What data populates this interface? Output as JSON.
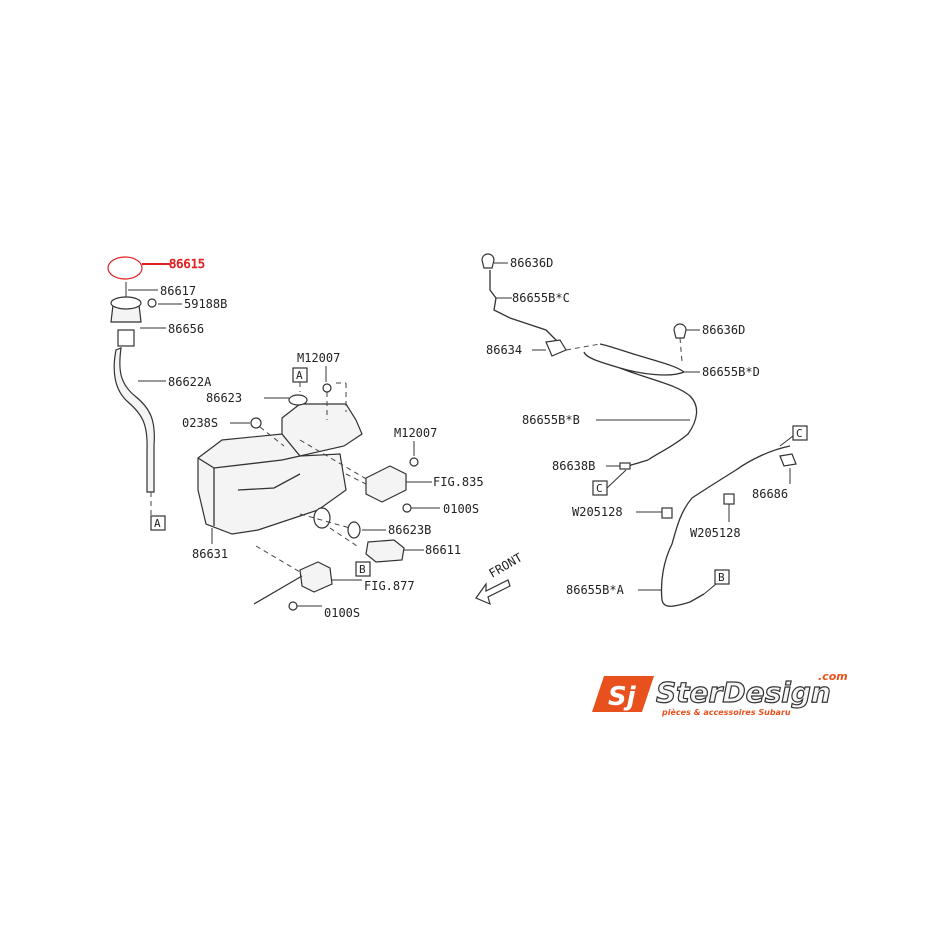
{
  "diagram": {
    "highlight_color": "#e02020",
    "highlighted_part": "86615",
    "labels": {
      "p86615": "86615",
      "p86617": "86617",
      "p59188B": "59188B",
      "p86656": "86656",
      "p86622A": "86622A",
      "pM12007a": "M12007",
      "p86623": "86623",
      "p0238S": "0238S",
      "pM12007b": "M12007",
      "pFIG835": "FIG.835",
      "p0100Sa": "0100S",
      "p86623B": "86623B",
      "p86611": "86611",
      "p86631": "86631",
      "pFIG877": "FIG.877",
      "p0100Sb": "0100S",
      "p86636Da": "86636D",
      "p86655BC": "86655B*C",
      "p86634": "86634",
      "p86636Db": "86636D",
      "p86655BD": "86655B*D",
      "p86655BB": "86655B*B",
      "p86638B": "86638B",
      "p86686": "86686",
      "pW205128a": "W205128",
      "pW205128b": "W205128",
      "p86655BA": "86655B*A",
      "front": "FRONT"
    },
    "boxes": {
      "boxA_hose": "A",
      "boxA_grommet": "A",
      "boxB_pump": "B",
      "boxC_nozzle": "C",
      "boxC_right": "C",
      "boxB_right": "B"
    }
  },
  "logo": {
    "mark": "Sj",
    "brand": "SterDesign",
    "suffix": ".com",
    "tagline": "pièces & accessoires Subaru",
    "primary_color": "#e8501e",
    "dark_color": "#333333"
  }
}
